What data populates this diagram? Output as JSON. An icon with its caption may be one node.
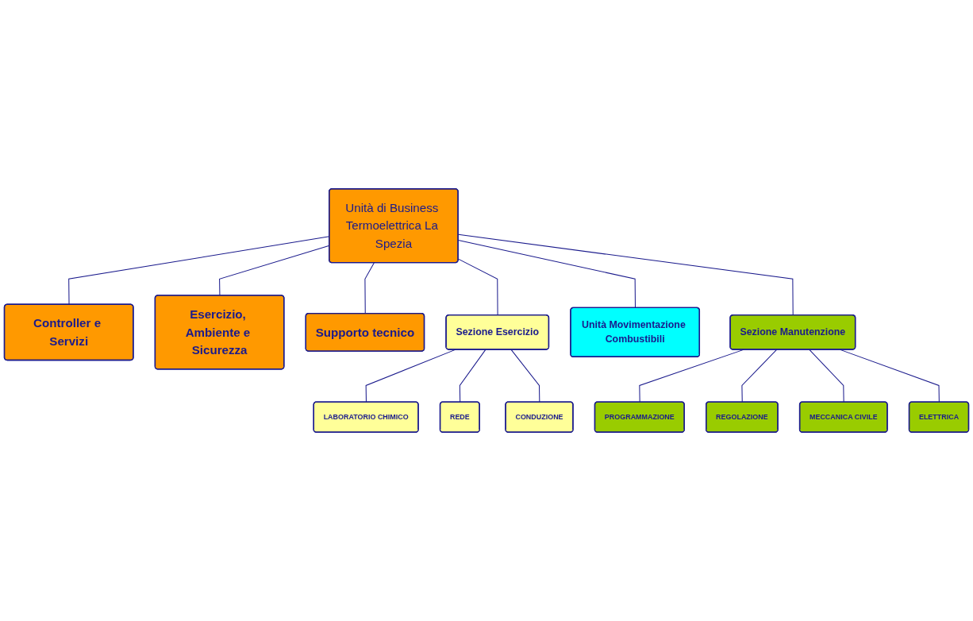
{
  "diagram": {
    "nodes": [
      {
        "text": [
          "Unità di Business Termoelettrica La Spezia"
        ]
      },
      {
        "text": [
          "Controller e Servizi"
        ]
      },
      {
        "text": [
          "Esercizio, Ambiente e Sicurezza"
        ]
      },
      {
        "text": [
          "Supporto tecnico"
        ]
      },
      {
        "text": [
          "Sezione Esercizio"
        ]
      },
      {
        "text": [
          "Unità Movimentazione Combustibili"
        ]
      },
      {
        "text": [
          "Sezione Manutenzione"
        ]
      },
      {
        "text": [
          "LABORATORIO CHIMICO"
        ]
      },
      {
        "text": [
          "REDE"
        ]
      },
      {
        "text": [
          "CONDUZIONE"
        ]
      },
      {
        "text": [
          "PROGRAMMAZIONE"
        ]
      },
      {
        "text": [
          "REGOLAZIONE"
        ]
      },
      {
        "text": [
          "MECCANICA CIVILE"
        ]
      },
      {
        "text": [
          "ELETTRICA"
        ]
      }
    ],
    "edges": [
      {
        "from": 0,
        "to": 1,
        "arrow": "none"
      },
      {
        "from": 0,
        "to": 2,
        "arrow": "none"
      },
      {
        "from": 0,
        "to": 3,
        "arrow": "none"
      },
      {
        "from": 0,
        "to": 4,
        "arrow": "none"
      },
      {
        "from": 0,
        "to": 5,
        "arrow": "none"
      },
      {
        "from": 0,
        "to": 6,
        "arrow": "none"
      },
      {
        "from": 4,
        "to": 7,
        "arrow": "none"
      },
      {
        "from": 4,
        "to": 8,
        "arrow": "none"
      },
      {
        "from": 4,
        "to": 9,
        "arrow": "none"
      },
      {
        "from": 6,
        "to": 10,
        "arrow": "none"
      },
      {
        "from": 6,
        "to": 11,
        "arrow": "none"
      },
      {
        "from": 6,
        "to": 12,
        "arrow": "none"
      },
      {
        "from": 6,
        "to": 13,
        "arrow": "none"
      }
    ]
  }
}
